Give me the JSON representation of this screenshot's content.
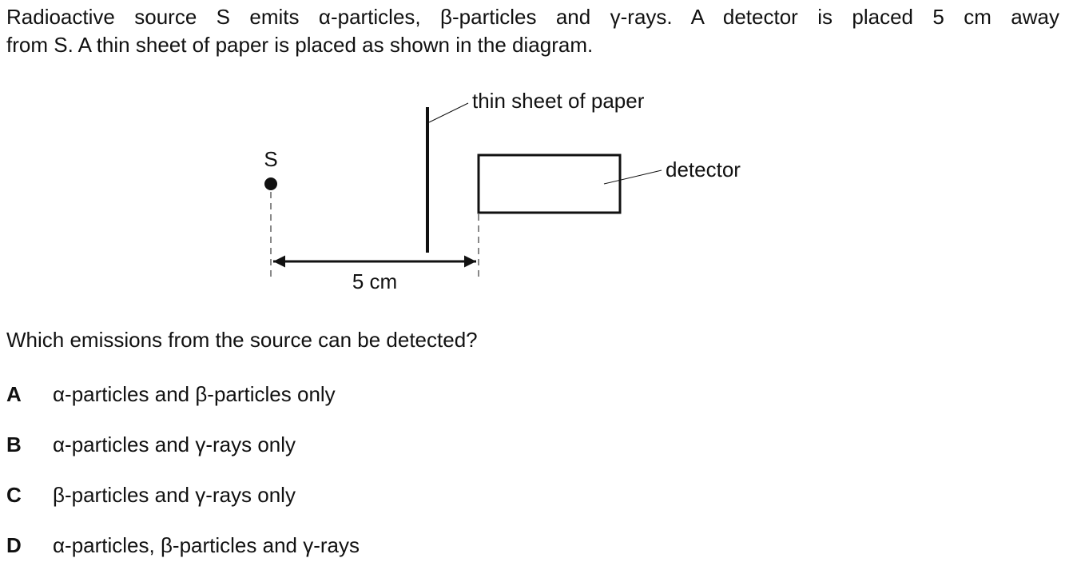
{
  "intro": {
    "line1": "Radioactive source S emits α-particles, β-particles and γ-rays. A detector is placed 5 cm away",
    "line2": "from S. A thin sheet of paper is placed as shown in the diagram."
  },
  "diagram": {
    "source_label": "S",
    "paper_label": "thin sheet of paper",
    "detector_label": "detector",
    "distance_label": "5 cm"
  },
  "question": "Which emissions from the source can be detected?",
  "options": [
    {
      "letter": "A",
      "text": "α-particles and β-particles only"
    },
    {
      "letter": "B",
      "text": "α-particles and γ-rays only"
    },
    {
      "letter": "C",
      "text": "β-particles and γ-rays only"
    },
    {
      "letter": "D",
      "text": "α-particles, β-particles and γ-rays"
    }
  ]
}
